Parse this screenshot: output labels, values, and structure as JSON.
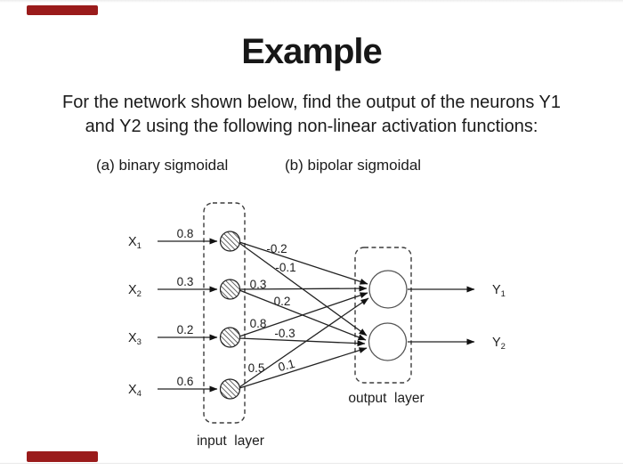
{
  "slide": {
    "title": "Example",
    "body1": "For the network shown below, find the output of the neurons Y1",
    "body2": "and Y2 using the following non-linear activation functions:",
    "optA": "(a) binary sigmoidal",
    "optB": "(b) bipolar sigmoidal"
  },
  "accent": {
    "color": "#9a1b1b"
  },
  "net": {
    "input_layer_label": "input  layer",
    "output_layer_label": "output  layer",
    "inputs": [
      {
        "sym": "X",
        "sub": "1",
        "val": "0.8"
      },
      {
        "sym": "X",
        "sub": "2",
        "val": "0.3"
      },
      {
        "sym": "X",
        "sub": "3",
        "val": "0.2"
      },
      {
        "sym": "X",
        "sub": "4",
        "val": "0.6"
      }
    ],
    "outputs": [
      {
        "sym": "Y",
        "sub": "1"
      },
      {
        "sym": "Y",
        "sub": "2"
      }
    ],
    "w": {
      "x1y1": "-0.2",
      "x1y2": "-0.1",
      "x2y1": "0.3",
      "x2y2": "0.2",
      "x3y1": "0.8",
      "x3y2": "-0.3",
      "x4y1": "0.5",
      "x4y2": "0.1"
    }
  }
}
